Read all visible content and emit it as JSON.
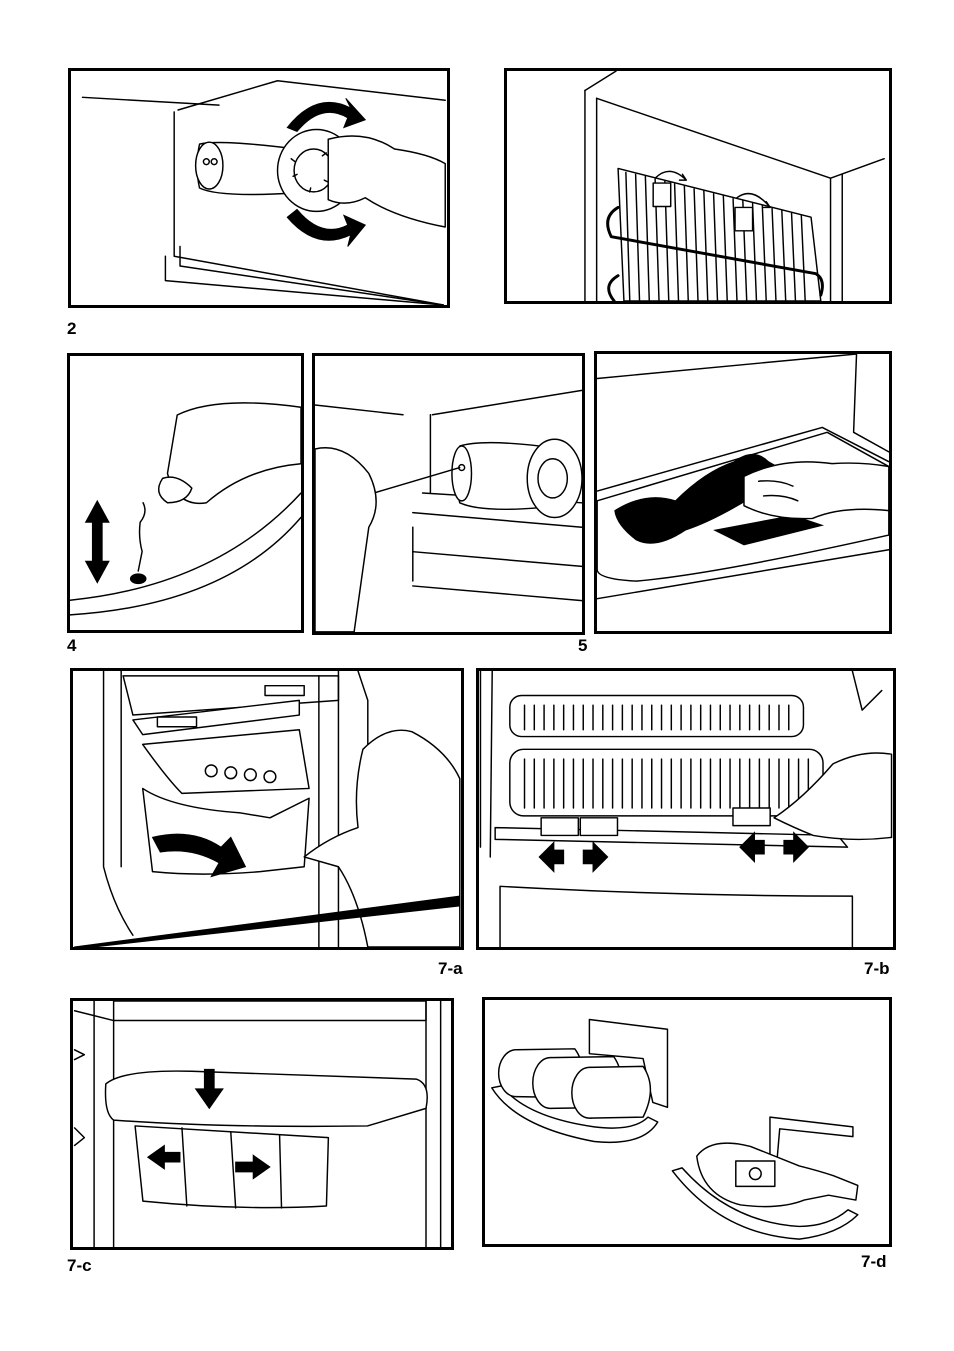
{
  "figure_labels": {
    "fig_2": "2",
    "fig_4": "4",
    "fig_5": "5",
    "fig_7a": "7-a",
    "fig_7b": "7-b",
    "fig_7c": "7-c",
    "fig_7d": "7-d"
  },
  "colors": {
    "ink": "#000000",
    "paper": "#ffffff"
  }
}
